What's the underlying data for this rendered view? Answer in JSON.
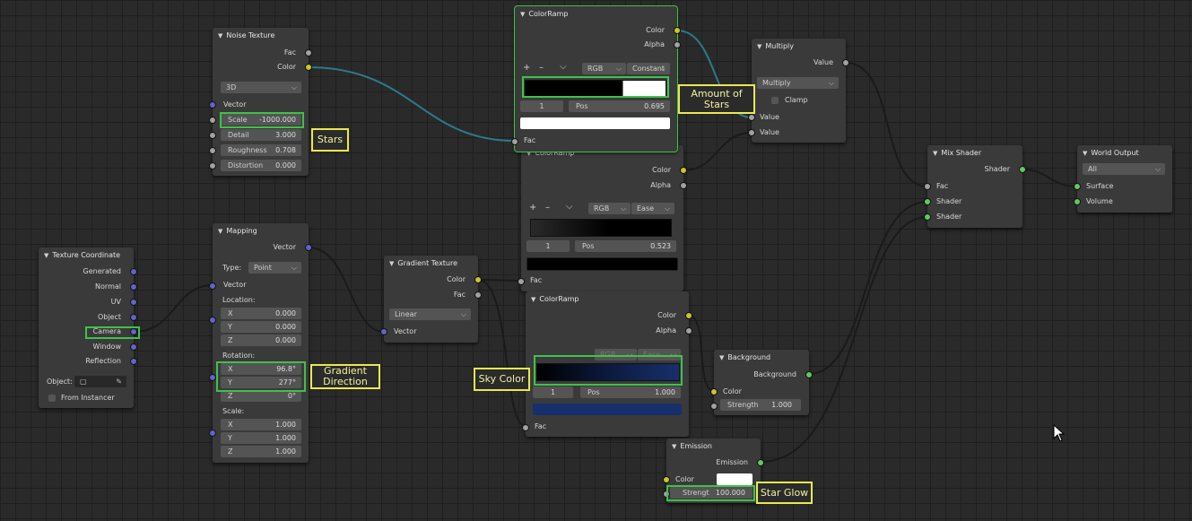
{
  "colors": {
    "background": "#2a2a2a",
    "node": "#3a3a3a",
    "selection": "#3ec24a",
    "annotation": "#e9e94f",
    "socket_color": "#c7c729",
    "socket_float": "#a1a1a1",
    "socket_vector": "#6363c7",
    "socket_shader": "#63c763",
    "sky_color": "#17306b"
  },
  "noise": {
    "title": "Noise Texture",
    "fac": "Fac",
    "color": "Color",
    "dim": "3D",
    "vector": "Vector",
    "scale_label": "Scale",
    "scale_value": "-1000.000",
    "detail_label": "Detail",
    "detail_value": "3.000",
    "rough_label": "Roughness",
    "rough_value": "0.708",
    "dist_label": "Distortion",
    "dist_value": "0.000"
  },
  "texcoord": {
    "title": "Texture Coordinate",
    "outputs": [
      "Generated",
      "Normal",
      "UV",
      "Object",
      "Camera",
      "Window",
      "Reflection"
    ],
    "object_label": "Object:",
    "instancer": "From Instancer"
  },
  "mapping": {
    "title": "Mapping",
    "vector_out": "Vector",
    "type_label": "Type:",
    "type_value": "Point",
    "vector_in": "Vector",
    "location": "Location:",
    "loc_x": "0.000",
    "loc_y": "0.000",
    "loc_z": "0.000",
    "rotation": "Rotation:",
    "rot_x": "96.8°",
    "rot_y": "277°",
    "rot_z": "0°",
    "scale": "Scale:",
    "sc_x": "1.000",
    "sc_y": "1.000",
    "sc_z": "1.000",
    "x": "X",
    "y": "Y",
    "z": "Z"
  },
  "gradient": {
    "title": "Gradient Texture",
    "color": "Color",
    "fac": "Fac",
    "type": "Linear",
    "vector": "Vector"
  },
  "ramp1": {
    "title": "ColorRamp",
    "color": "Color",
    "alpha": "Alpha",
    "plus": "+",
    "minus": "–",
    "menu": "⌵",
    "mode": "RGB",
    "interp": "Constant",
    "index": "1",
    "pos_label": "Pos",
    "pos_value": "0.695",
    "fac": "Fac"
  },
  "ramp2": {
    "title": "ColorRamp",
    "color": "Color",
    "alpha": "Alpha",
    "plus": "+",
    "minus": "–",
    "menu": "⌵",
    "mode": "RGB",
    "interp": "Ease",
    "index": "1",
    "pos_label": "Pos",
    "pos_value": "0.523",
    "fac": "Fac"
  },
  "ramp3": {
    "title": "ColorRamp",
    "color": "Color",
    "alpha": "Alpha",
    "mode": "RGB",
    "interp": "Ease",
    "index": "1",
    "pos_label": "Pos",
    "pos_value": "1.000",
    "fac": "Fac"
  },
  "multiply": {
    "title": "Multiply",
    "value_out": "Value",
    "op": "Multiply",
    "clamp": "Clamp",
    "value1": "Value",
    "value2": "Value"
  },
  "mix": {
    "title": "Mix Shader",
    "shader_out": "Shader",
    "fac": "Fac",
    "shader1": "Shader",
    "shader2": "Shader"
  },
  "world": {
    "title": "World Output",
    "target": "All",
    "surface": "Surface",
    "volume": "Volume"
  },
  "background": {
    "title": "Background",
    "out": "Background",
    "color": "Color",
    "strength_label": "Strength",
    "strength_value": "1.000"
  },
  "emission": {
    "title": "Emission",
    "out": "Emission",
    "color": "Color",
    "strength_label": "Strengt",
    "strength_value": "100.000"
  },
  "notes": {
    "stars": "Stars",
    "amount": "Amount of\nStars",
    "gradient_dir": "Gradient\nDirection",
    "sky": "Sky Color",
    "glow": "Star Glow"
  }
}
